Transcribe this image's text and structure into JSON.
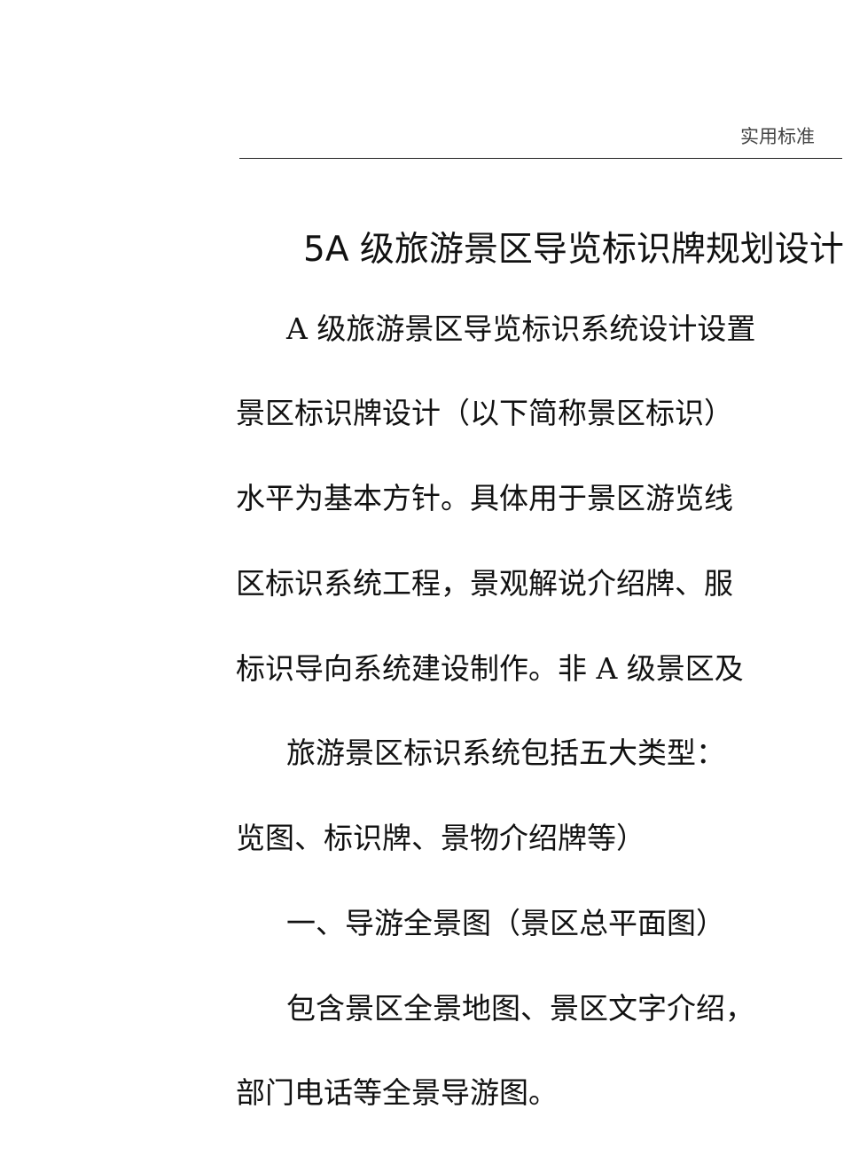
{
  "header": {
    "text": "实用标准"
  },
  "document": {
    "title": "5A 级旅游景区导览标识牌规划设计",
    "lines": [
      "A 级旅游景区导览标识系统设计设置",
      "景区标识牌设计（以下简称景区标识）",
      "水平为基本方针。具体用于景区游览线",
      "区标识系统工程，景观解说介绍牌、服",
      "标识导向系统建设制作。非 A 级景区及",
      "旅游景区标识系统包括五大类型：",
      "览图、标识牌、景物介绍牌等）",
      "一、导游全景图（景区总平面图）",
      "包含景区全景地图、景区文字介绍，",
      "部门电话等全景导游图。"
    ]
  }
}
